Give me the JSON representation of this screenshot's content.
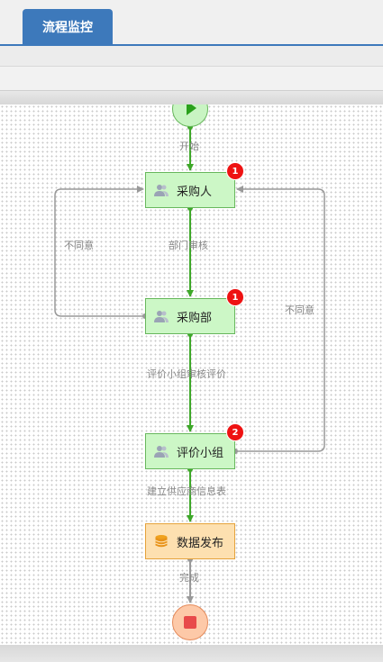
{
  "tabs": {
    "previous_tab_label": "⠀",
    "active_tab_label": "流程监控"
  },
  "flow": {
    "start_label": "开始",
    "nodes": {
      "purchaser": {
        "label": "采购人",
        "badge": "1"
      },
      "purchase_dept": {
        "label": "采购部",
        "badge": "1"
      },
      "eval_group": {
        "label": "评价小组",
        "badge": "2"
      },
      "data_publish": {
        "label": "数据发布"
      }
    },
    "edges": {
      "dept_review": "部门审核",
      "reject_left": "不同意",
      "reject_right": "不同意",
      "eval_review": "评价小组审核评价",
      "supplier_form": "建立供应商信息表",
      "complete": "完成"
    }
  },
  "colors": {
    "accent": "#3d79bb",
    "flow_line": "#3ea829",
    "reject_line": "#999999",
    "badge": "#ee1212",
    "task_fill": "#ccf7c6",
    "db_fill": "#fde0b0"
  }
}
